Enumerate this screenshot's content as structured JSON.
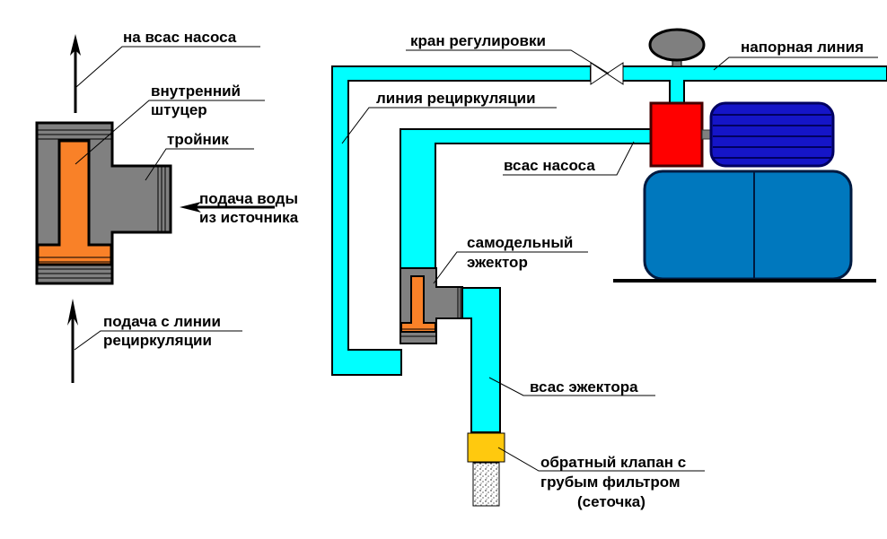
{
  "diagram": {
    "title": "Схема подключения самодельного эжектора к насосной станции",
    "colors": {
      "pipe": "#00ffff",
      "tee_body": "#808080",
      "fitting": "#f98128",
      "pump": "#ff0000",
      "motor": "#1515c8",
      "tank": "#0078be",
      "valve": "#ffc90e",
      "gauge": "#7f7f7f"
    },
    "tee_detail": {
      "labels": {
        "to_pump_suction": "на всас насоса",
        "inner_fitting_1": "внутренний",
        "inner_fitting_2": "штуцер",
        "tee": "тройник",
        "water_supply_1": "подача воды",
        "water_supply_2": "из источника",
        "recirc_supply_1": "подача с линии",
        "recirc_supply_2": "рециркуляции"
      }
    },
    "system": {
      "labels": {
        "control_valve": "кран регулировки",
        "pressure_line": "напорная линия",
        "recirculation_line": "линия рециркуляции",
        "pump_suction": "всас насоса",
        "ejector_1": "самодельный",
        "ejector_2": "эжектор",
        "ejector_suction": "всас эжектора",
        "check_valve_1": "обратный клапан с",
        "check_valve_2": "грубым фильтром",
        "check_valve_3": "(сеточка)"
      }
    }
  }
}
